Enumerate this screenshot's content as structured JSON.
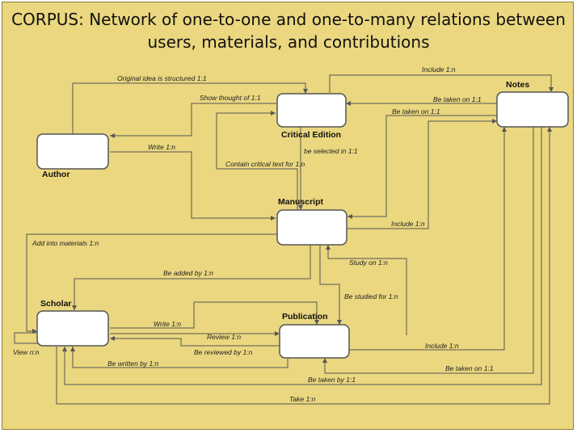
{
  "title": "CORPUS: Network of one-to-one and one-to-many relations between users, materials, and contributions",
  "nodes": {
    "author": "Author",
    "critical_edition": "Critical Edition",
    "notes": "Notes",
    "manuscript": "Manuscript",
    "scholar": "Scholar",
    "publication": "Publication"
  },
  "relations": [
    "Original idea is structured 1:1",
    "Show thought  of 1:1",
    "Write 1:n",
    "Contain critical text for  1:n",
    "be selected in 1:1",
    "Include  1:n",
    "Be taken on  1:1",
    "Be taken on  1:1",
    "Include  1:n",
    "Add into materials 1:n",
    "Study on  1:n",
    "Be added by 1:n",
    "Be studied for 1:n",
    "Write  1:n",
    "Review  1:n",
    "Be reviewed by  1:n",
    "View n:n",
    "Be written by  1:n",
    "Include  1:n",
    "Be taken on  1:1",
    "Be taken by  1:1",
    "Take  1:n"
  ]
}
